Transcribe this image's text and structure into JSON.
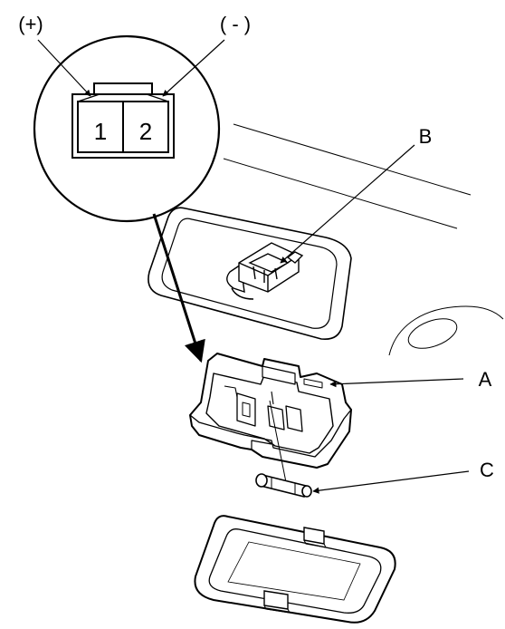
{
  "connector": {
    "plus_label": "(+)",
    "minus_label": "( - )",
    "pin1": "1",
    "pin2": "2"
  },
  "callouts": {
    "a": "A",
    "b": "B",
    "c": "C"
  },
  "colors": {
    "line": "#000000",
    "part_fill": "#ffffff",
    "shade": "#e6e6e6"
  }
}
